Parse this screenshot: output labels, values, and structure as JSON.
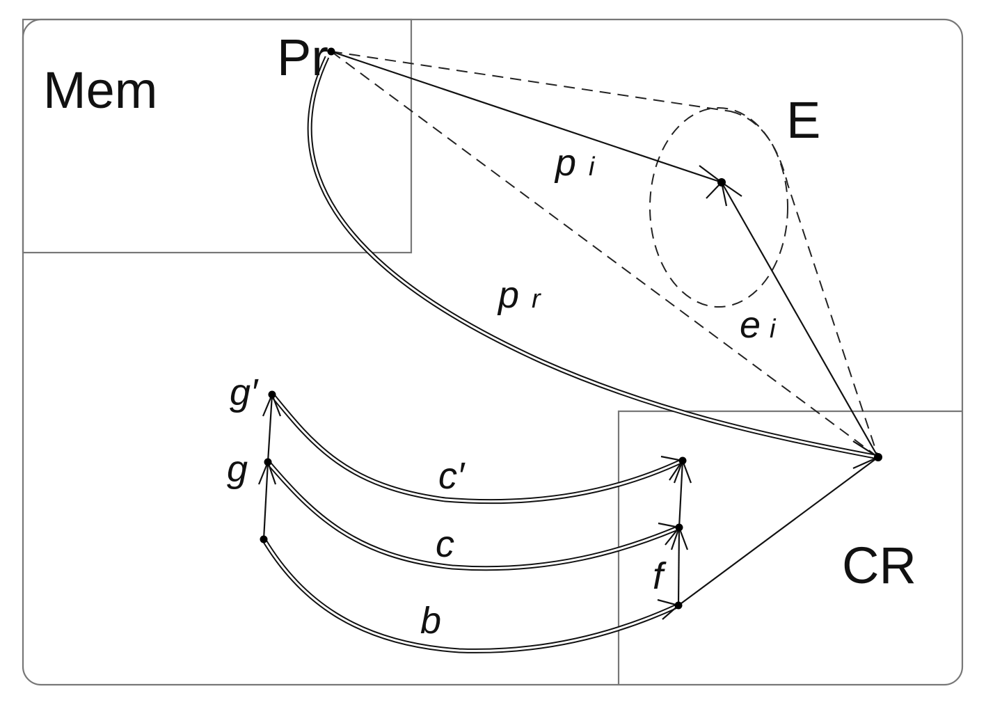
{
  "regions": {
    "mem": "Mem",
    "cr": "CR"
  },
  "points": {
    "pr": "Pr",
    "e": "E",
    "g": "g",
    "g_prime": "g′",
    "f": "f"
  },
  "paths": {
    "p": "p",
    "p_sub_i": "i",
    "p_sub_r": "r",
    "e": "e",
    "e_sub_i": "i",
    "c": "c",
    "c_prime": "c′",
    "b": "b"
  }
}
